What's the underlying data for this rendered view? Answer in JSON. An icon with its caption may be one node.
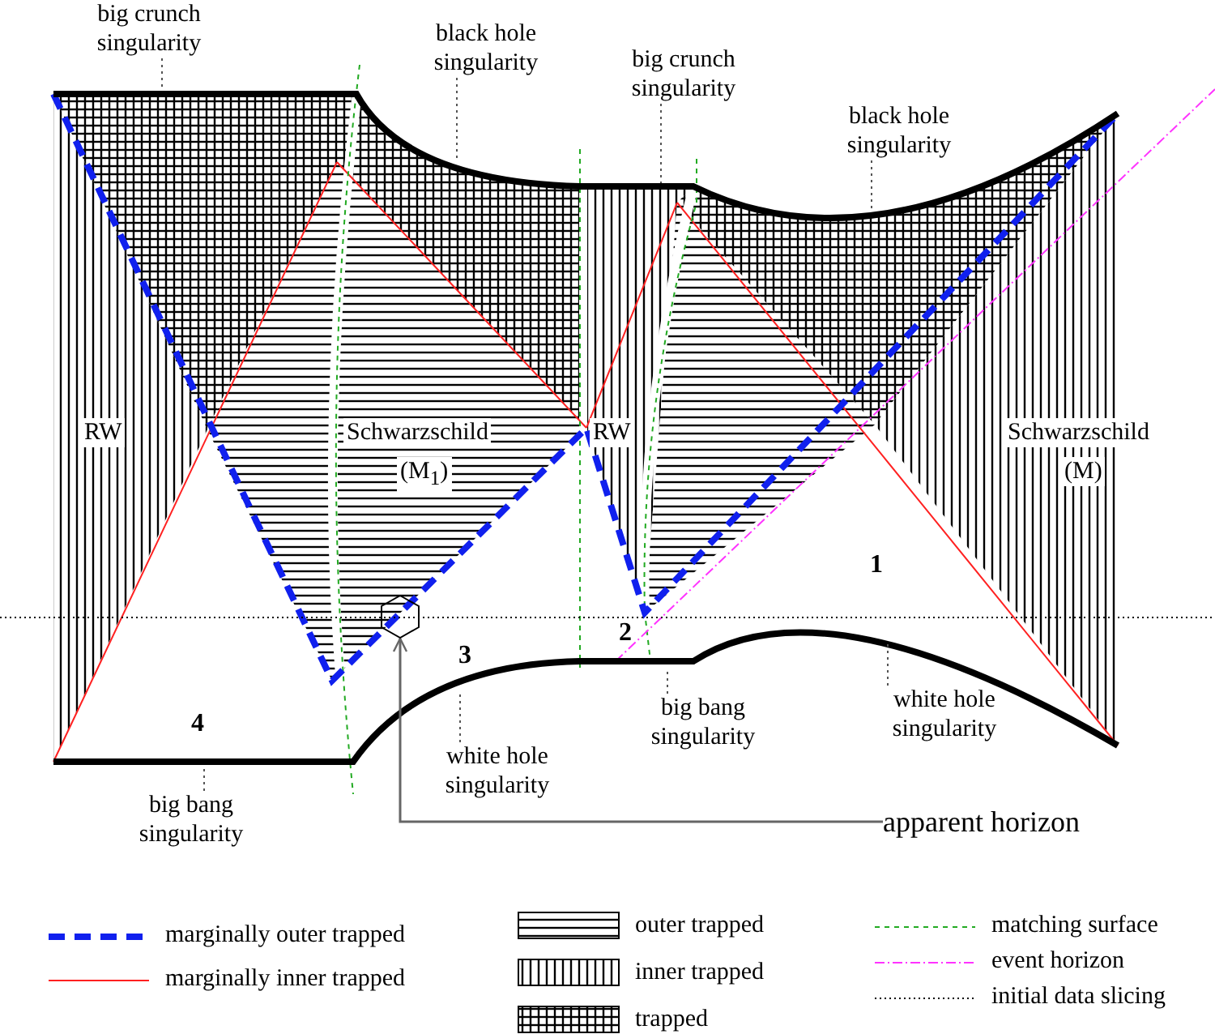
{
  "diagram": {
    "nodes": [
      {
        "text": [
          "big crunch singularity"
        ]
      },
      {
        "text": [
          "black hole singularity"
        ]
      },
      {
        "text": [
          "big crunch singularity"
        ]
      },
      {
        "text": [
          "black hole singularity"
        ]
      },
      {
        "text": [
          "white hole singularity"
        ]
      },
      {
        "text": [
          "white hole singularity"
        ]
      },
      {
        "text": [
          "big bang singularity"
        ]
      },
      {
        "text": [
          "big bang singularity"
        ]
      },
      {
        "text": [
          "apparent horizon"
        ]
      },
      {
        "text": [],
        "shape": "hexagon"
      }
    ],
    "edges": [
      {
        "from": 0,
        "to": null,
        "arrow": "none",
        "style": "dashed"
      },
      {
        "from": 1,
        "to": null,
        "arrow": "none",
        "style": "dashed"
      },
      {
        "from": 2,
        "to": null,
        "arrow": "none",
        "style": "dashed"
      },
      {
        "from": 3,
        "to": null,
        "arrow": "none",
        "style": "dashed"
      },
      {
        "from": 4,
        "to": null,
        "arrow": "none",
        "style": "dashed"
      },
      {
        "from": 5,
        "to": null,
        "arrow": "none",
        "style": "dashed"
      },
      {
        "from": 6,
        "to": null,
        "arrow": "none",
        "style": "dashed"
      },
      {
        "from": 7,
        "to": null,
        "arrow": "none",
        "style": "dashed"
      },
      {
        "from": 8,
        "to": 9,
        "arrow": "to"
      }
    ],
    "labels": [
      "RW",
      "Schwarzschild",
      "RW",
      "Schwarzschild",
      "(M$_{1}$)",
      "(M)",
      "1",
      "2",
      "3",
      "4"
    ],
    "legend": [
      {
        "text": "marginally outer trapped"
      },
      {
        "text": "marginally inner trapped"
      },
      {
        "text": "outer trapped"
      },
      {
        "text": "inner trapped"
      },
      {
        "text": "trapped"
      },
      {
        "text": "matching surface"
      },
      {
        "text": "event horizon"
      },
      {
        "text": "initial data slicing"
      }
    ]
  }
}
